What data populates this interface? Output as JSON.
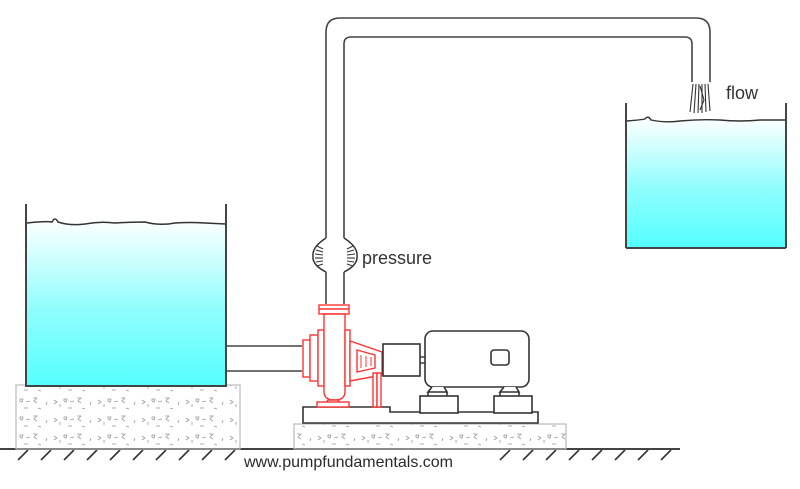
{
  "diagram": {
    "title": "Centrifugal pump system: suction tank, pump, motor, discharge pipe to elevated tank",
    "labels": {
      "pressure": "pressure",
      "flow": "flow",
      "website": "www.pumpfundamentals.com"
    },
    "colors": {
      "water_top": "#ffffff",
      "water_bottom": "#55ffff",
      "pump": "#ff3333",
      "outline": "#333333",
      "concrete": "#aaaaaa"
    },
    "components": [
      "suction-tank",
      "suction-pipe",
      "pump-casing",
      "coupling",
      "motor",
      "baseplate",
      "concrete-foundation",
      "discharge-pipe",
      "pressure-gauge-bulge",
      "discharge-tank",
      "outflow-stream",
      "ground"
    ]
  }
}
